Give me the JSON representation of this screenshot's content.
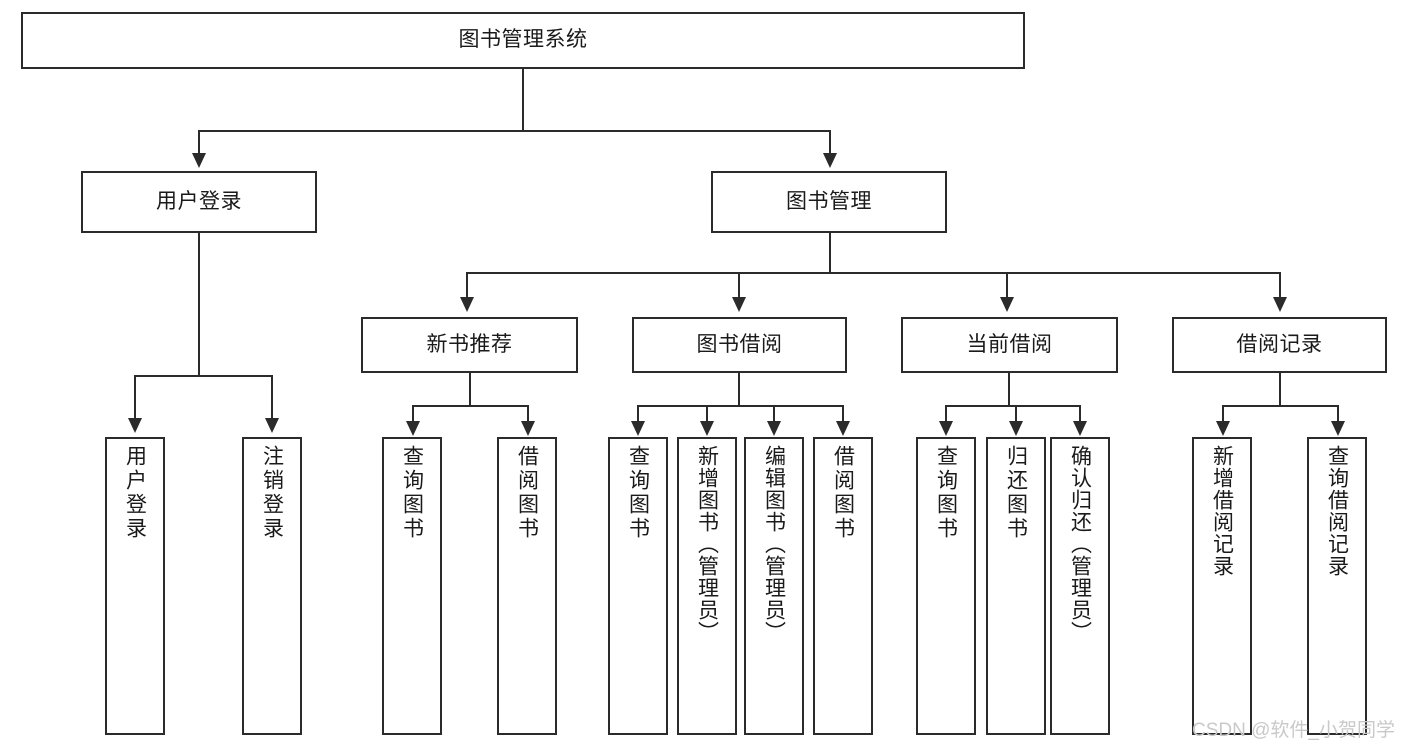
{
  "diagram": {
    "type": "tree-hierarchy",
    "title": "图书管理系统",
    "root": {
      "label": "图书管理系统"
    },
    "level1": [
      {
        "id": "user-login",
        "label": "用户登录"
      },
      {
        "id": "book-manage",
        "label": "图书管理"
      }
    ],
    "level2": [
      {
        "id": "new-book-recommend",
        "label": "新书推荐",
        "parent": "book-manage"
      },
      {
        "id": "book-borrow",
        "label": "图书借阅",
        "parent": "book-manage"
      },
      {
        "id": "current-borrow",
        "label": "当前借阅",
        "parent": "book-manage"
      },
      {
        "id": "borrow-record",
        "label": "借阅记录",
        "parent": "book-manage"
      }
    ],
    "leaves": [
      {
        "id": "leaf-user-login",
        "label": "用户登录",
        "parent": "user-login"
      },
      {
        "id": "leaf-user-logout",
        "label": "注销登录",
        "parent": "user-login"
      },
      {
        "id": "leaf-query-book-1",
        "label": "查询图书",
        "parent": "new-book-recommend"
      },
      {
        "id": "leaf-borrow-book-1",
        "label": "借阅图书",
        "parent": "new-book-recommend"
      },
      {
        "id": "leaf-query-book-2",
        "label": "查询图书",
        "parent": "book-borrow"
      },
      {
        "id": "leaf-add-book",
        "label": "新增图书（管理员）",
        "parent": "book-borrow"
      },
      {
        "id": "leaf-edit-book",
        "label": "编辑图书（管理员）",
        "parent": "book-borrow"
      },
      {
        "id": "leaf-borrow-book-2",
        "label": "借阅图书",
        "parent": "book-borrow"
      },
      {
        "id": "leaf-query-book-3",
        "label": "查询图书",
        "parent": "current-borrow"
      },
      {
        "id": "leaf-return-book",
        "label": "归还图书",
        "parent": "current-borrow"
      },
      {
        "id": "leaf-confirm-return",
        "label": "确认归还（管理员）",
        "parent": "current-borrow"
      },
      {
        "id": "leaf-add-record",
        "label": "新增借阅记录",
        "parent": "borrow-record"
      },
      {
        "id": "leaf-query-record",
        "label": "查询借阅记录",
        "parent": "borrow-record"
      }
    ],
    "watermark": "CSDN @软件_小贺同学",
    "colors": {
      "stroke": "#2b2b2b",
      "fill": "#ffffff",
      "text": "#1a1a1a",
      "watermark": "#c9c9c9"
    }
  }
}
